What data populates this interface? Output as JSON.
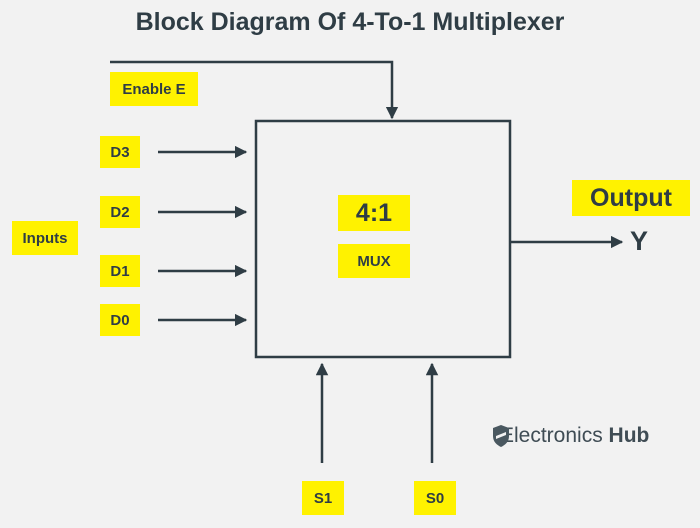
{
  "title": "Block Diagram Of 4-To-1 Multiplexer",
  "enable_label": "Enable E",
  "inputs_label": "Inputs",
  "data_inputs": [
    "D3",
    "D2",
    "D1",
    "D0"
  ],
  "mux": {
    "ratio": "4:1",
    "name": "MUX"
  },
  "output_label": "Output",
  "output_signal": "Y",
  "select_lines": [
    "S1",
    "S0"
  ],
  "brand": {
    "name_regular": "Electronics",
    "name_bold": "Hub",
    "logo": "shield-icon"
  },
  "colors": {
    "background": "#f2f2f2",
    "label_fill": "#fff200",
    "line": "#2f3d45"
  }
}
